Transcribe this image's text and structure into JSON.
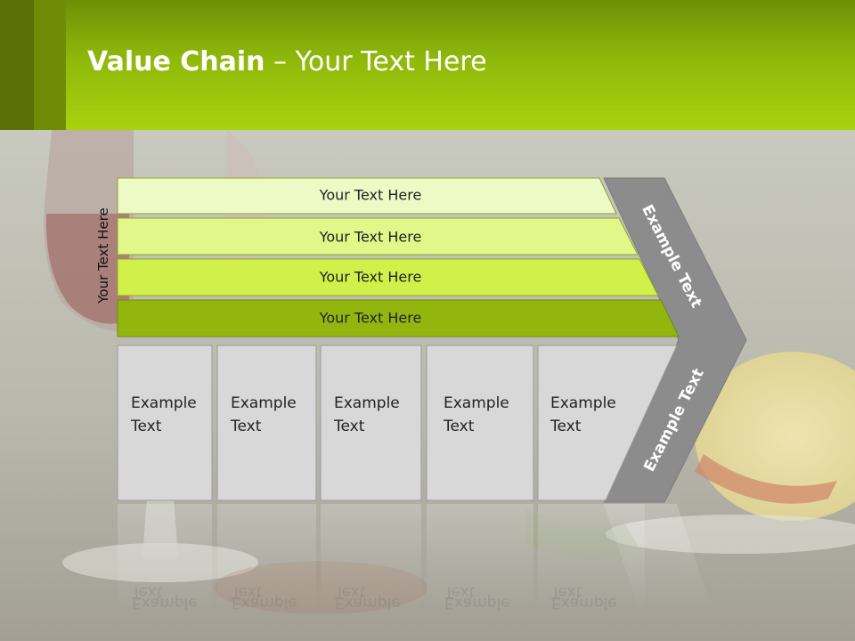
{
  "slide": {
    "title_bold": "Value Chain",
    "title_separator": " – ",
    "title_rest": "Your Text Here",
    "side_label": "Your Text Here"
  },
  "bars": [
    {
      "label": "Your Text Here",
      "color": "#eefac6"
    },
    {
      "label": "Your Text Here",
      "color": "#e2f68a"
    },
    {
      "label": "Your Text Here",
      "color": "#d2f04a"
    },
    {
      "label": "Your Text Here",
      "color": "#93b60f"
    }
  ],
  "boxes": [
    {
      "line1": "Example",
      "line2": "Text"
    },
    {
      "line1": "Example",
      "line2": "Text"
    },
    {
      "line1": "Example",
      "line2": "Text"
    },
    {
      "line1": "Example",
      "line2": "Text"
    },
    {
      "line1": "Example",
      "line2": "Text"
    }
  ],
  "chevron": {
    "top_label": "Example Text",
    "bottom_label": "Example Text",
    "color": "#8c8c8c"
  },
  "colors": {
    "header_dark": "#5a6f05",
    "header_light": "#a9d20e",
    "box_fill": "#d8d8d8",
    "background": "#c9c9bf"
  }
}
